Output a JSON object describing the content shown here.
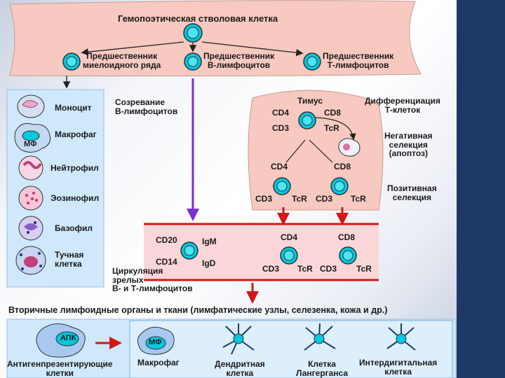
{
  "hsc": {
    "title": "Гемопоэтическая стволовая клетка"
  },
  "precursors": {
    "myeloid": "Предшественник\nмиелоидного ряда",
    "b": "Предшественник\nВ-лимфоцитов",
    "t": "Предшественник\nТ-лимфоцитов"
  },
  "myeloid_cells": {
    "monocyte": "Моноцит",
    "macrophage": "Макрофаг",
    "macrophage_tag": "МФ",
    "neutrophil": "Нейтрофил",
    "eosinophil": "Эозинофил",
    "basophil": "Базофил",
    "mast": "Тучная\nклетка"
  },
  "b_maturation": "Созревание\nВ-лимфоцитов",
  "thymus": {
    "title": "Тимус",
    "diff": "Дифференциация\nТ-клеток",
    "neg": "Негативная\nселекция\n(апоптоз)",
    "pos": "Позитивная\nселекция",
    "cd4": "CD4",
    "cd8": "CD8",
    "cd3": "CD3",
    "tcr": "TcR"
  },
  "circulation": {
    "cd20": "CD20",
    "cd14": "CD14",
    "igm": "IgM",
    "igd": "IgD",
    "cd4": "CD4",
    "cd8": "CD8",
    "cd3": "CD3",
    "tcr": "TcR",
    "caption": "Циркуляция\nзрелых\nВ- и Т-лимфоцитов"
  },
  "secondary": {
    "title": "Вторичные лимфоидные органы и ткани (лимфатические узлы, селезенка, кожа и др.)",
    "apc_tag": "АПК",
    "apc": "Антигенпрезентирующие\nклетки",
    "mf_tag": "МФ",
    "macrophage": "Макрофаг",
    "dendritic": "Дендритная\nклетка",
    "langerhans": "Клетка\nЛангерганса",
    "interdigital": "Интердигитальная\nклетка"
  },
  "colors": {
    "cell_fill": "#00c8e0",
    "cell_nucleus": "#4ae6f2",
    "band_pink": "#f7c9c0",
    "band_circ": "#fad6d8",
    "arrow_purple": "#7a2fd0",
    "arrow_red": "#d01818",
    "panel_blue": "#cfe8fb",
    "slide_strip": "#1e3868"
  }
}
